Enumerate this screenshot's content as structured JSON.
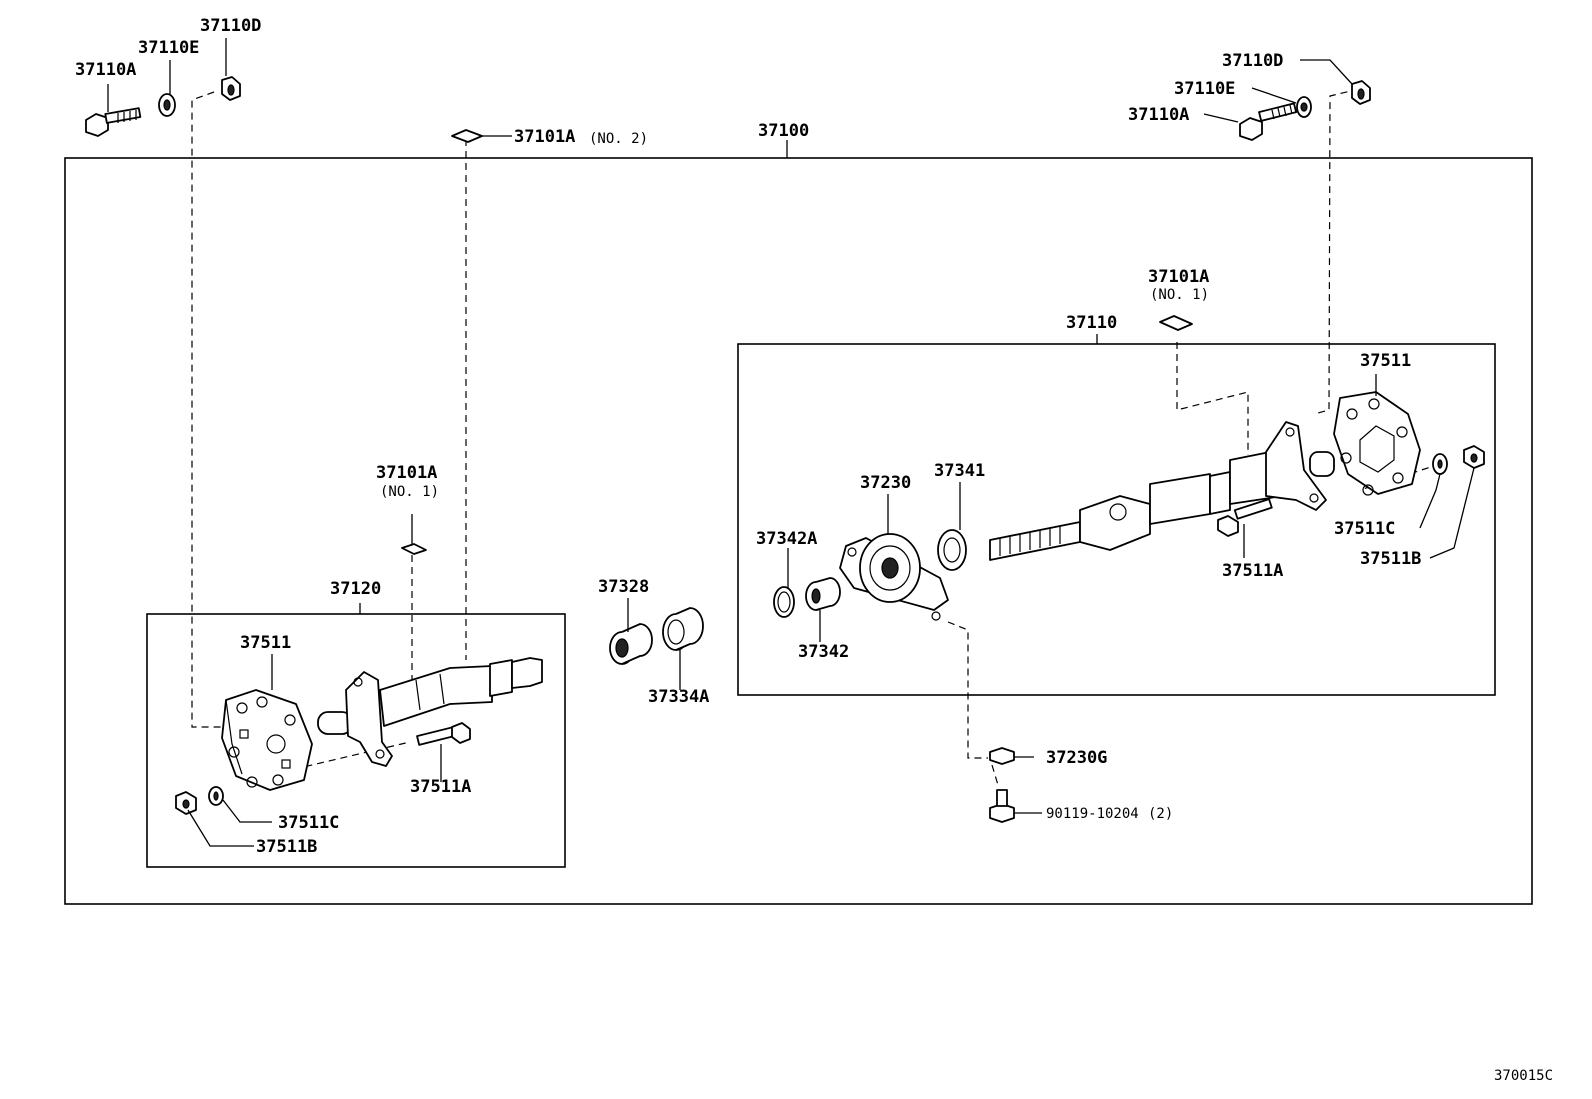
{
  "diagram": {
    "figure_code": "370015C",
    "labels": {
      "assy": "37100",
      "rear_shaft": "37110",
      "front_shaft": "37120",
      "bolt_top_left": "37110A",
      "washer_top_left": "37110E",
      "nut_top_left": "37110D",
      "bolt_top_right": "37110A",
      "washer_top_right": "37110E",
      "nut_top_right": "37110D",
      "plate_no2": "37101A",
      "plate_no2_note": "(NO. 2)",
      "plate_no1_left": "37101A",
      "plate_no1_left_note": "(NO. 1)",
      "plate_no1_right": "37101A",
      "plate_no1_right_note": "(NO. 1)",
      "coupling_left": "37511",
      "coupling_right": "37511",
      "bolt_left": "37511A",
      "bolt_right": "37511A",
      "washer_left": "37511C",
      "nut_left": "37511B",
      "washer_right": "37511C",
      "nut_right": "37511B",
      "sleeve": "37328",
      "dust_cover": "37334A",
      "center_bearing": "37230",
      "bearing": "37341",
      "snap_ring": "37342A",
      "collar": "37342",
      "cushion": "37230G",
      "bracket_bolt": "90119-10204",
      "bracket_bolt_qty": "(2)"
    }
  }
}
